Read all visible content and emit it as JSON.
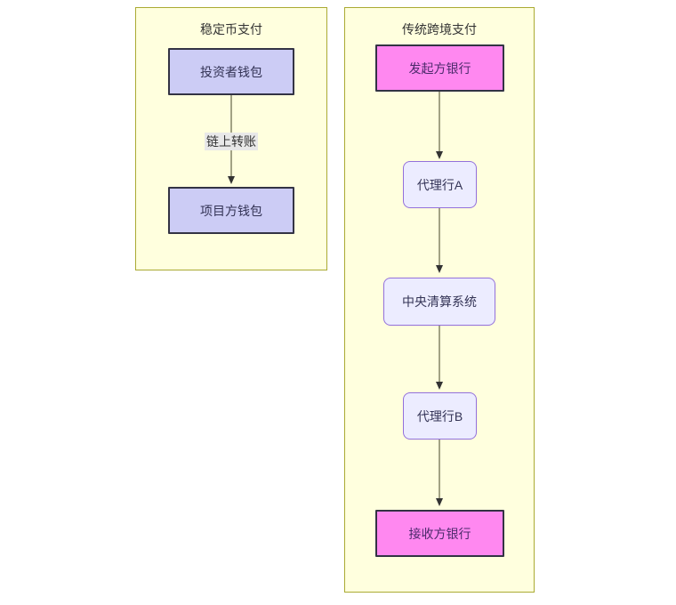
{
  "diagram": {
    "type": "flowchart",
    "direction": "top-to-bottom",
    "background_color": "#ffffff",
    "subgraph_fill": "#ffffde",
    "subgraph_border": "#aaaa33",
    "colors": {
      "node_lavender_fill": "#ccccf5",
      "node_light_lavender_fill": "#ececff",
      "node_magenta_fill": "#ff88f0",
      "node_dark_border": "#333344",
      "node_purple_border": "#9370db",
      "edge_line": "#7a7a5c",
      "edge_arrow": "#333333",
      "edge_label_bg": "#e8e8e8",
      "text_dark": "#333355"
    }
  },
  "subgraphs": [
    {
      "id": "stablecoin",
      "title": "稳定币支付",
      "nodes": [
        {
          "id": "investor-wallet",
          "label": "投资者钱包",
          "shape": "rect",
          "fill": "lavender"
        },
        {
          "id": "project-wallet",
          "label": "项目方钱包",
          "shape": "rect",
          "fill": "lavender"
        }
      ],
      "edges": [
        {
          "from": "investor-wallet",
          "to": "project-wallet",
          "label": "链上转账"
        }
      ]
    },
    {
      "id": "traditional",
      "title": "传统跨境支付",
      "nodes": [
        {
          "id": "originating-bank",
          "label": "发起方银行",
          "shape": "rect",
          "fill": "magenta"
        },
        {
          "id": "correspondent-a",
          "label": "代理行A",
          "shape": "round",
          "fill": "light-lavender"
        },
        {
          "id": "central-clearing",
          "label": "中央清算系统",
          "shape": "round",
          "fill": "light-lavender"
        },
        {
          "id": "correspondent-b",
          "label": "代理行B",
          "shape": "round",
          "fill": "light-lavender"
        },
        {
          "id": "receiving-bank",
          "label": "接收方银行",
          "shape": "rect",
          "fill": "magenta"
        }
      ],
      "edges": [
        {
          "from": "originating-bank",
          "to": "correspondent-a",
          "label": ""
        },
        {
          "from": "correspondent-a",
          "to": "central-clearing",
          "label": ""
        },
        {
          "from": "central-clearing",
          "to": "correspondent-b",
          "label": ""
        },
        {
          "from": "correspondent-b",
          "to": "receiving-bank",
          "label": ""
        }
      ]
    }
  ]
}
